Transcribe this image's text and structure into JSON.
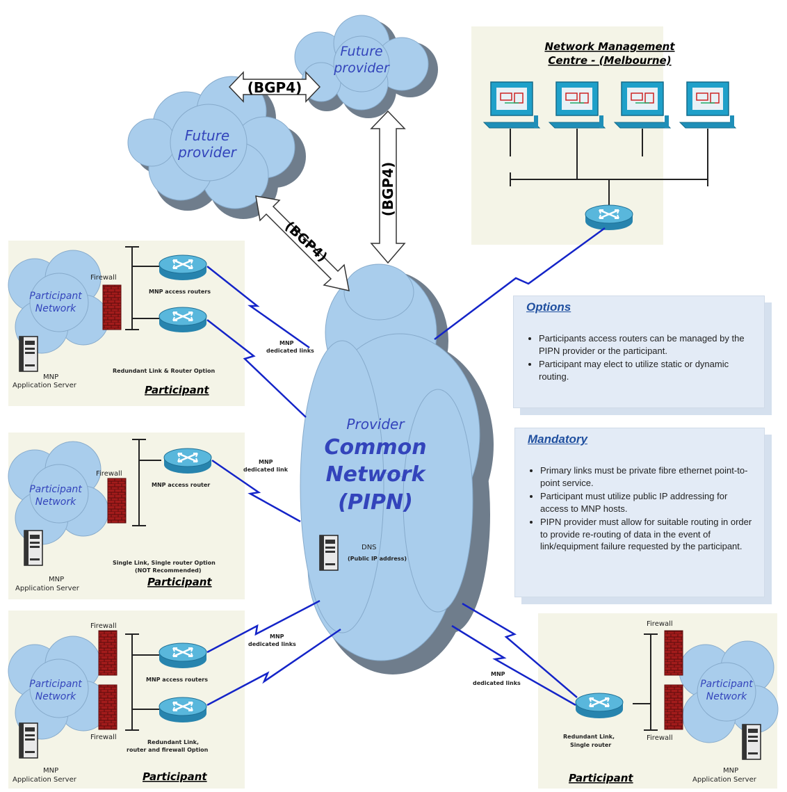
{
  "clouds": {
    "future_provider_top": [
      "Future",
      "provider"
    ],
    "future_provider_left": [
      "Future",
      "provider"
    ],
    "provider_core": [
      "Provider",
      "Common",
      "Network",
      "(PIPN)"
    ],
    "participant_network": [
      "Participant",
      "Network"
    ]
  },
  "links": {
    "bgp_top": "(BGP4)",
    "bgp_vertical": "(BGP4)",
    "bgp_diag": "(BGP4)"
  },
  "nmc": {
    "title_line1": "Network Management",
    "title_line2": "Centre - (Melbourne)"
  },
  "participant_1": {
    "firewall": "Firewall",
    "routers": "MNP access routers",
    "dedicated": [
      "MNP",
      "dedicated links"
    ],
    "option": "Redundant Link & Router Option",
    "server": [
      "MNP",
      "Application Server"
    ],
    "label": "Participant"
  },
  "participant_2": {
    "firewall": "Firewall",
    "routers": "MNP access router",
    "dedicated": [
      "MNP",
      "dedicated link"
    ],
    "option": "Single Link, Single router Option",
    "not_recommended": "(NOT Recommended)",
    "server": [
      "MNP",
      "Application Server"
    ],
    "label": "Participant"
  },
  "participant_3": {
    "firewall_top": "Firewall",
    "firewall_bottom": "Firewall",
    "routers": "MNP access routers",
    "dedicated": [
      "MNP",
      "dedicated links"
    ],
    "option": [
      "Redundant Link,",
      "router and firewall Option"
    ],
    "server": [
      "MNP",
      "Application Server"
    ],
    "label": "Participant"
  },
  "participant_4": {
    "firewall_top": "Firewall",
    "firewall_bottom": "Firewall",
    "dedicated": [
      "MNP",
      "dedicated links"
    ],
    "option": [
      "Redundant Link,",
      "Single router"
    ],
    "server": [
      "MNP",
      "Application Server"
    ],
    "label": "Participant"
  },
  "dns": {
    "label": "DNS",
    "sub": "(Public IP address)"
  },
  "options_box": {
    "title": "Options",
    "items": [
      "Participants access routers can be managed by the PIPN provider or the participant.",
      "Participant may elect to utilize static or dynamic routing."
    ]
  },
  "mandatory_box": {
    "title": "Mandatory",
    "items": [
      "Primary links must be private fibre ethernet point-to-point service.",
      "Participant must utilize public IP addressing for access to MNP hosts.",
      "PIPN provider must allow for suitable routing in order to provide re-routing of data in the event of link/equipment failure requested by the participant."
    ]
  },
  "colors": {
    "cloud": "#a9cdec",
    "cloud_shadow": "#6f7d8c",
    "cloud_text": "#3344bb",
    "core_text": "#1f2fa8",
    "router": "#3a9ec9",
    "firewall": "#a11c1c",
    "link": "#1424c8",
    "panel": "#f4f4e7"
  }
}
